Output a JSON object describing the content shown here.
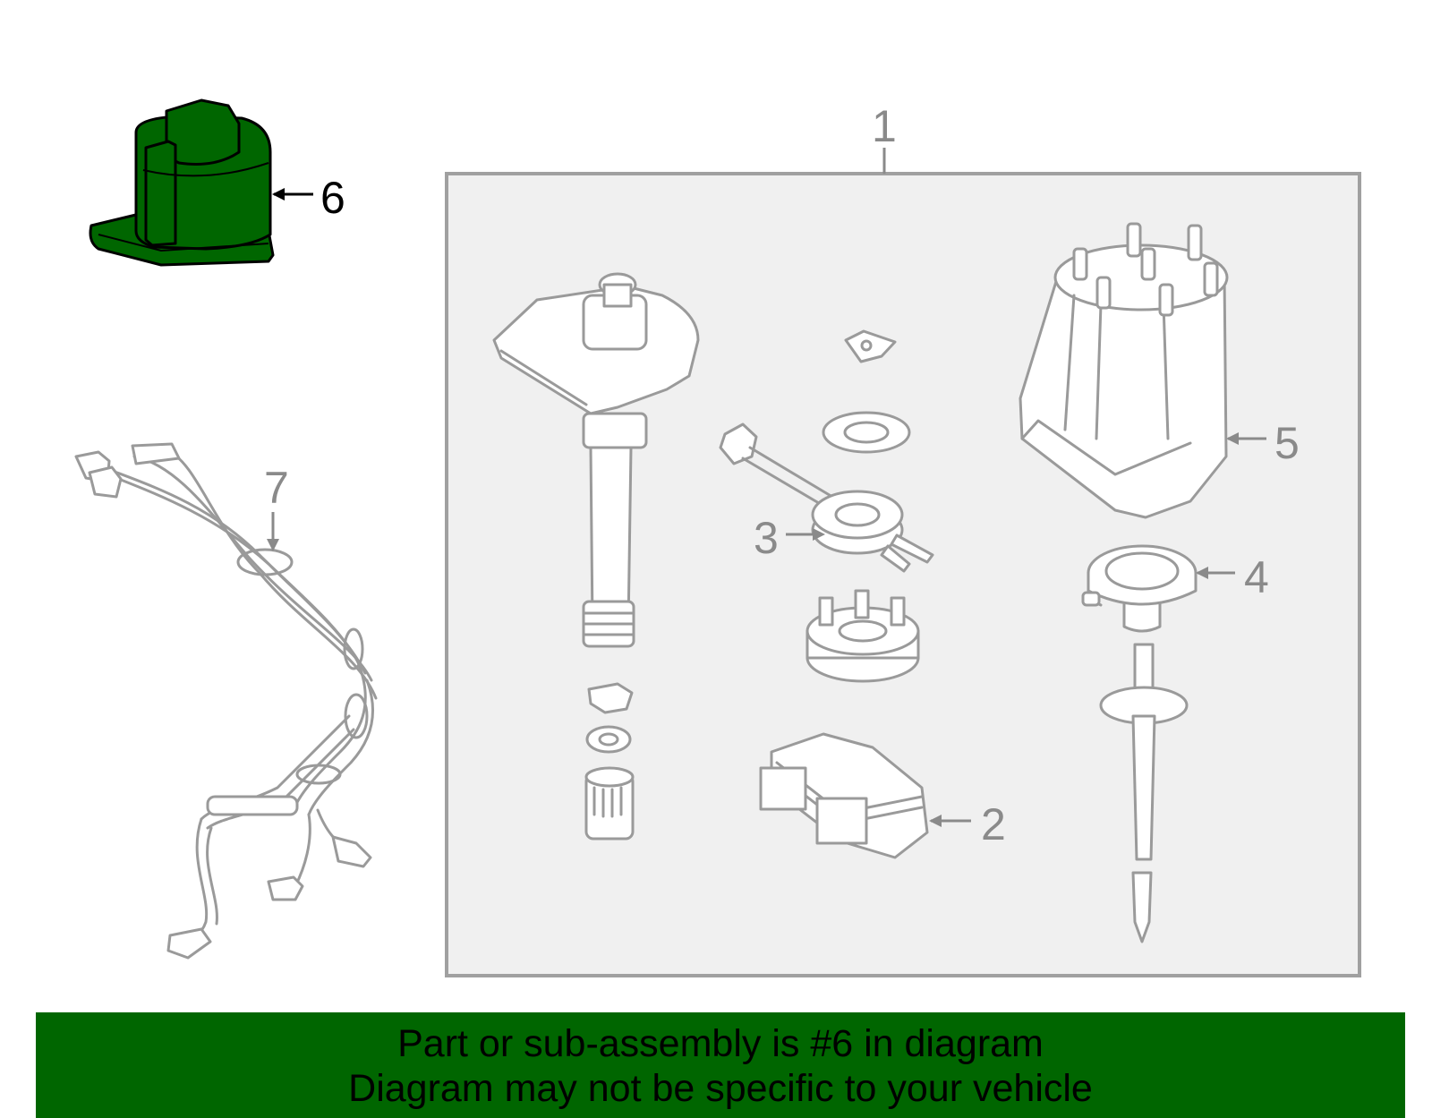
{
  "colors": {
    "highlight_fill": "#006600",
    "part_stroke": "#9a9a9a",
    "banner_background": "#006600",
    "frame_stroke": "#a0a0a0"
  },
  "callouts": {
    "c1": "1",
    "c2": "2",
    "c3": "3",
    "c4": "4",
    "c5": "5",
    "c6": "6",
    "c7": "7"
  },
  "banner": {
    "line1": "Part or sub-assembly is #6 in diagram",
    "line2": "Diagram may not be specific to your vehicle"
  }
}
